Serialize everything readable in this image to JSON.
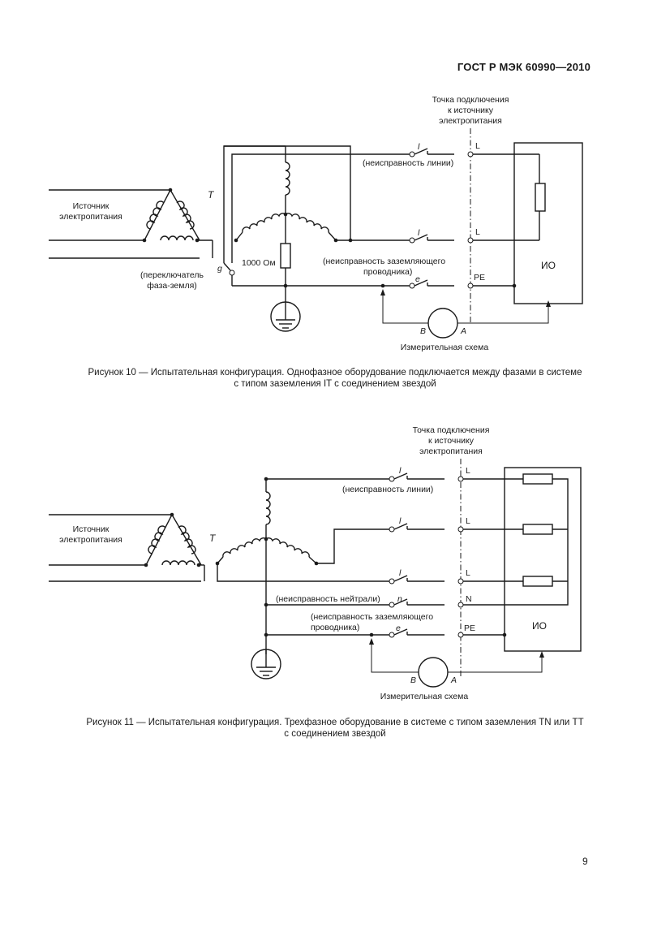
{
  "header": {
    "standard": "ГОСТ Р МЭК 60990—2010"
  },
  "figure10": {
    "connection_point": [
      "Точка подключения",
      "к источнику",
      "электропитания"
    ],
    "source": [
      "Источник",
      "электропитания"
    ],
    "transformer": "T",
    "switch_label": [
      "(переключатель",
      "фаза-земля)"
    ],
    "switch_letter": "g",
    "resistor": "1000 Ом",
    "line_fault": "(неисправность линии)",
    "pe_fault": [
      "(неисправность заземляющего",
      "проводника)"
    ],
    "l_letter": "l",
    "e_letter": "e",
    "terminals": {
      "l1": "L",
      "l2": "L",
      "pe": "PE"
    },
    "equipment": "ИО",
    "meter_b": "B",
    "meter_a": "A",
    "measuring": "Измерительная схема",
    "caption": [
      "Рисунок 10 — Испытательная конфигурация. Однофазное оборудование подключается между фазами в системе",
      "с типом заземления IT с соединением звездой"
    ]
  },
  "figure11": {
    "connection_point": [
      "Точка подключения",
      "к источнику",
      "электропитания"
    ],
    "source": [
      "Источник",
      "электропитания"
    ],
    "transformer": "T",
    "line_fault": "(неисправность линии)",
    "neutral_fault": "(неисправность нейтрали)",
    "pe_fault": [
      "(неисправность заземляющего",
      "проводника)"
    ],
    "l_letter": "l",
    "n_letter": "n",
    "e_letter": "e",
    "terminals": {
      "l1": "L",
      "l2": "L",
      "l3": "L",
      "n": "N",
      "pe": "PE"
    },
    "equipment": "ИО",
    "meter_b": "B",
    "meter_a": "A",
    "measuring": "Измерительная схема",
    "caption": [
      "Рисунок 11 — Испытательная конфигурация. Трехфазное оборудование в системе с типом заземления TN или TT",
      "с соединением звездой"
    ]
  },
  "page_number": "9"
}
